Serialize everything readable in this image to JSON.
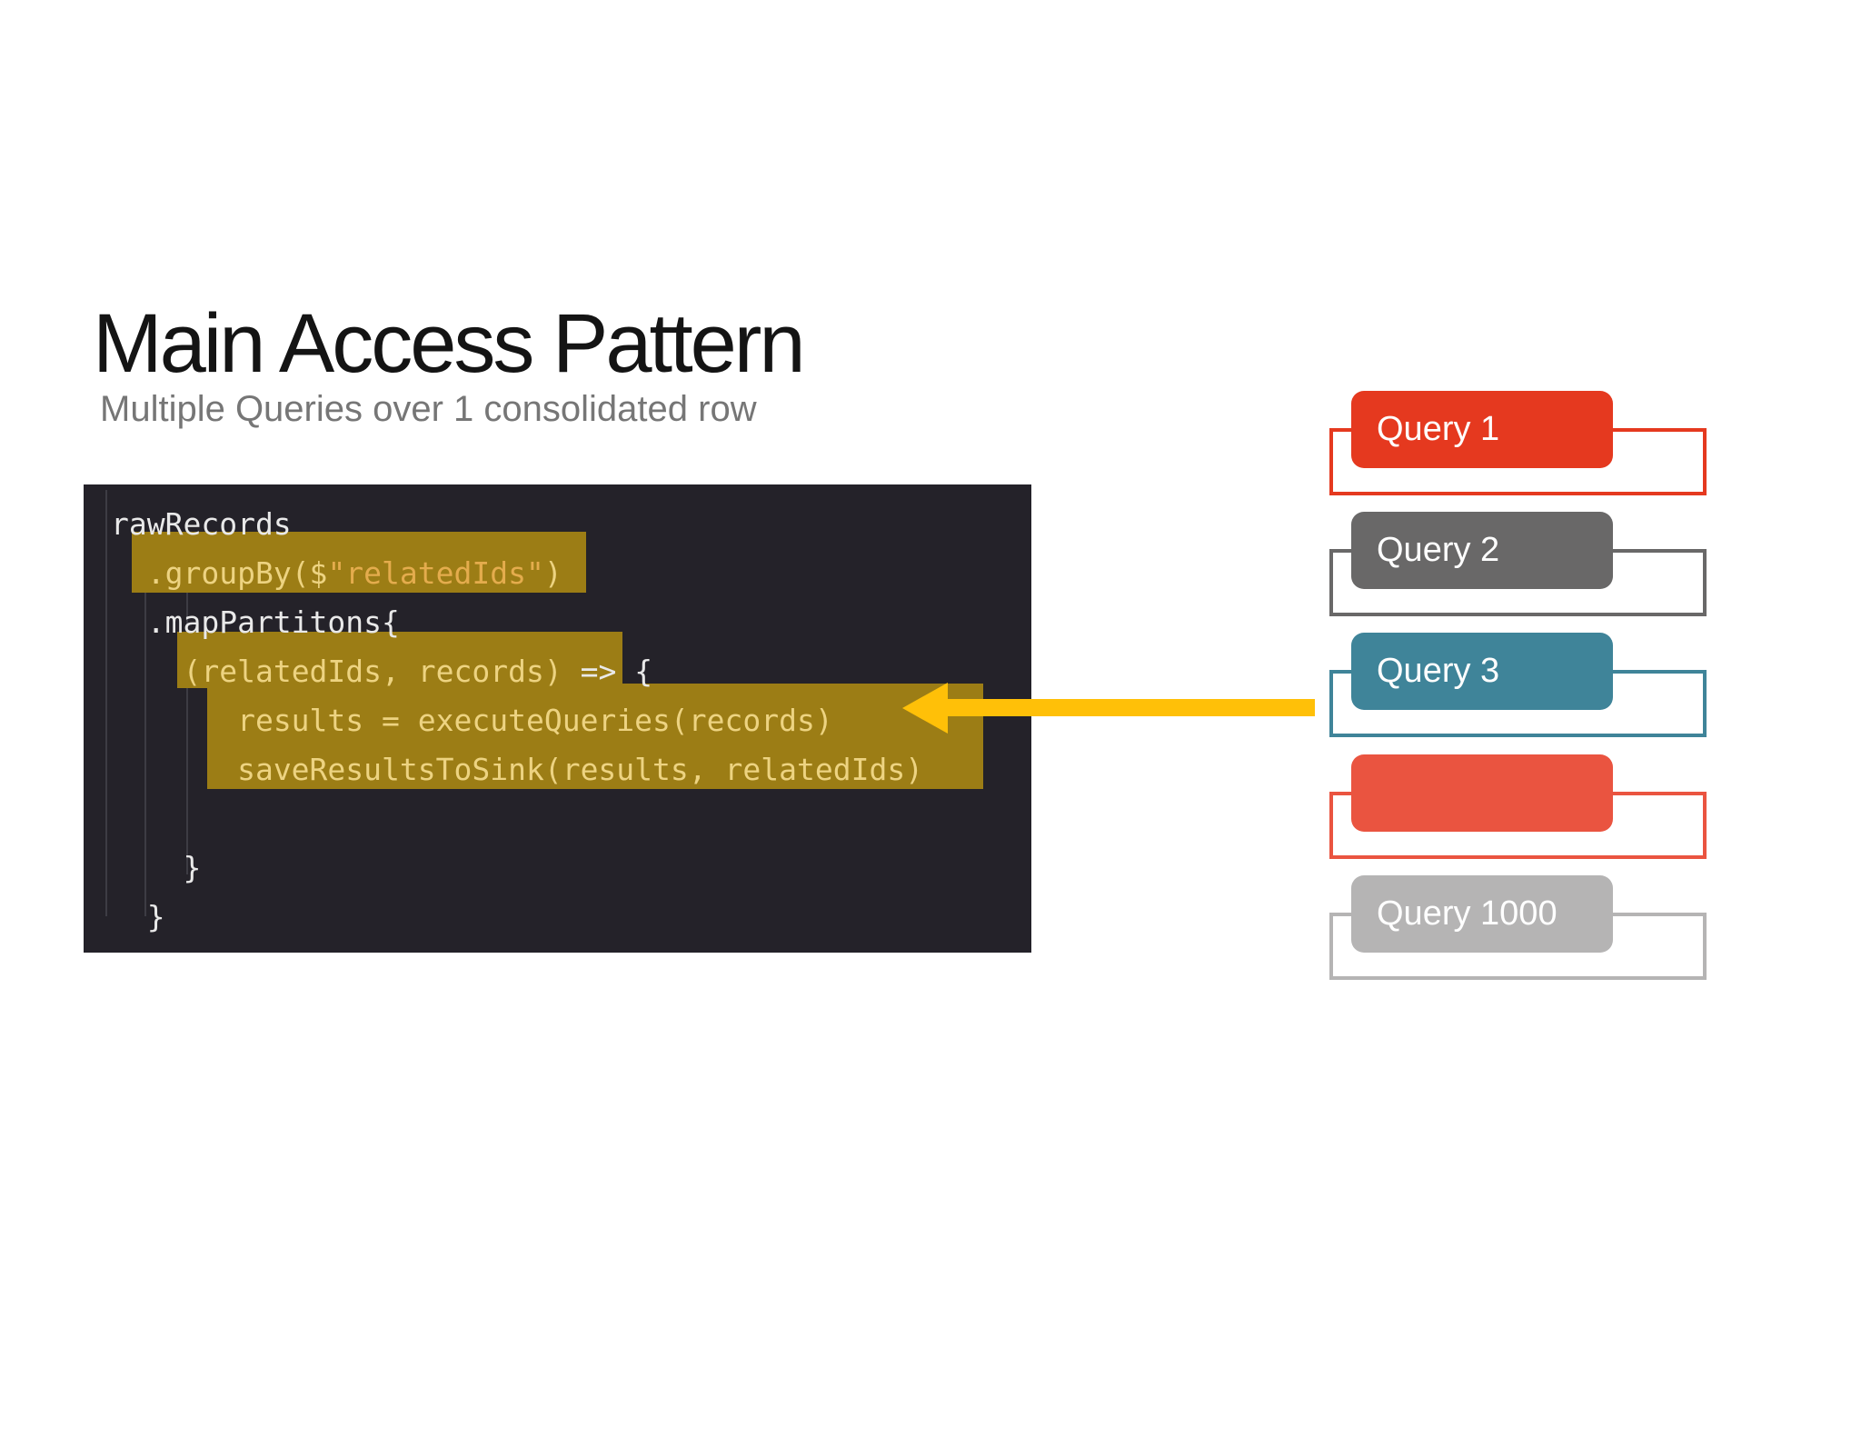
{
  "slide": {
    "title": "Main Access Pattern",
    "subtitle": "Multiple Queries over 1 consolidated row"
  },
  "code": {
    "background": "#242229",
    "highlight_color": "#9C7D15",
    "text_colors": {
      "w": "#E9E9E9",
      "g": "#EDD381",
      "s": "#E4AC4D"
    },
    "lines": [
      {
        "segments": [
          {
            "c": "w",
            "t": "rawRecords"
          }
        ]
      },
      {
        "segments": [
          {
            "c": "w",
            "t": "  "
          },
          {
            "c": "g",
            "t": ".groupBy($"
          },
          {
            "c": "s",
            "t": "\"relatedIds\""
          },
          {
            "c": "g",
            "t": ")"
          }
        ]
      },
      {
        "segments": [
          {
            "c": "w",
            "t": "  .mapPartitons{"
          }
        ]
      },
      {
        "segments": [
          {
            "c": "w",
            "t": "    "
          },
          {
            "c": "g",
            "t": "(relatedIds, records)"
          },
          {
            "c": "w",
            "t": " => {"
          }
        ]
      },
      {
        "segments": [
          {
            "c": "w",
            "t": "       "
          },
          {
            "c": "g",
            "t": "results = executeQueries(records)"
          }
        ]
      },
      {
        "segments": [
          {
            "c": "w",
            "t": "       "
          },
          {
            "c": "g",
            "t": "saveResultsToSink(results, relatedIds)"
          }
        ]
      },
      {
        "segments": [
          {
            "c": "w",
            "t": " "
          }
        ]
      },
      {
        "segments": [
          {
            "c": "w",
            "t": "    }"
          }
        ]
      },
      {
        "segments": [
          {
            "c": "w",
            "t": "  }"
          }
        ]
      }
    ]
  },
  "queries": [
    {
      "label": "Query 1",
      "color": "#E5391F"
    },
    {
      "label": "Query 2",
      "color": "#696868"
    },
    {
      "label": "Query 3",
      "color": "#3F8499"
    },
    {
      "label": "",
      "color": "#EA5440"
    },
    {
      "label": "Query 1000",
      "color": "#B5B4B4"
    }
  ],
  "arrow": {
    "color": "#FFC008"
  }
}
